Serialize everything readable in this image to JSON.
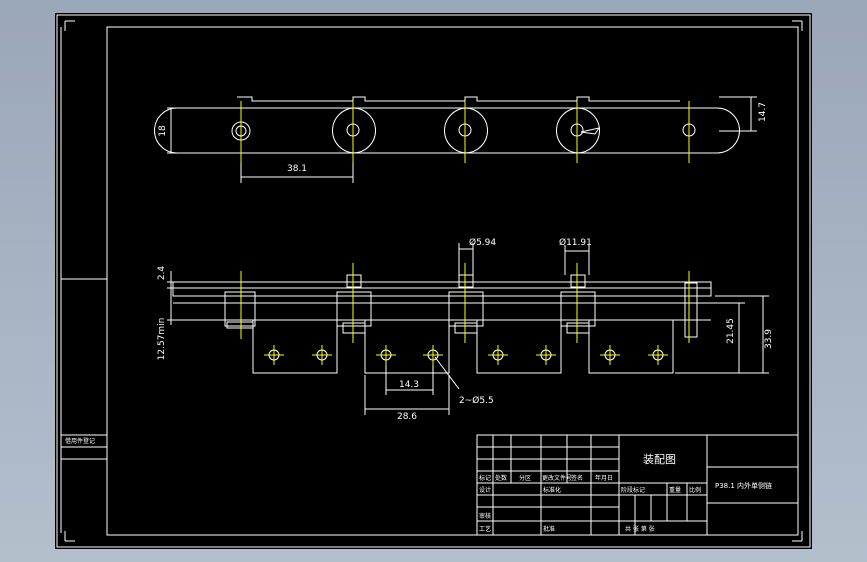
{
  "dims": {
    "pitch": "38.1",
    "height_18": "18",
    "height_14_7": "14.7",
    "pin_dia": "Ø5.94",
    "roller_dia": "Ø11.91",
    "gap": "2.4",
    "min_clear": "12.57min",
    "hole_pitch": "14.3",
    "attach_width": "28.6",
    "hole_spec": "2~Ø5.5",
    "h_21_45": "21.45",
    "h_33_9": "33.9"
  },
  "title_block": {
    "drawing_title": "装配图",
    "part_name": "P38.1 内外单侧链",
    "margin_label": "借用件登记",
    "cells": {
      "mark": "标记",
      "count": "处数",
      "zone": "分区",
      "doc": "更改文件号",
      "sign": "签名",
      "date": "年月日",
      "design": "设计",
      "standard": "标准化",
      "review": "审核",
      "process": "工艺",
      "approve": "批准",
      "stage": "阶段标记",
      "weight": "重量",
      "scale": "比例",
      "sheets": "共 张 第 张"
    }
  },
  "colors": {
    "background": "#000000",
    "lines": "#ffffff",
    "centerlines": "#ffff00",
    "viewport": "#a3afc0"
  }
}
